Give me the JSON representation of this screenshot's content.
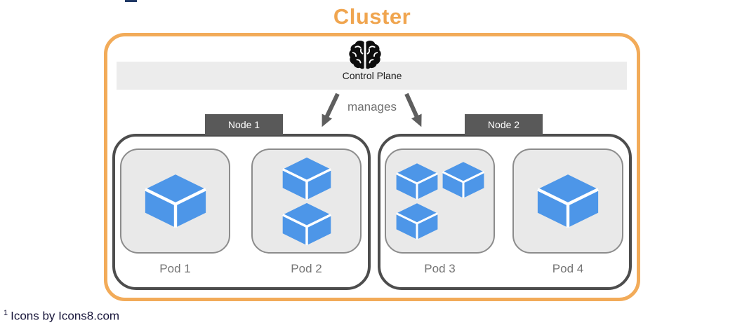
{
  "title": "Cluster",
  "control_plane": {
    "label": "Control Plane",
    "icon": "brain-icon"
  },
  "relation": {
    "label": "manages"
  },
  "nodes": [
    {
      "label": "Node 1",
      "pods": [
        {
          "label": "Pod 1",
          "containers": 1
        },
        {
          "label": "Pod 2",
          "containers": 2
        }
      ]
    },
    {
      "label": "Node 2",
      "pods": [
        {
          "label": "Pod 3",
          "containers": 3
        },
        {
          "label": "Pod 4",
          "containers": 1
        }
      ]
    }
  ],
  "footer": {
    "superscript": "1",
    "text": "Icons by Icons8.com"
  },
  "colors": {
    "accent_orange": "#F0A54F",
    "cluster_border_orange": "#F2AB59",
    "cube_blue": "#4D96E8",
    "node_border_gray": "#4d4d4d",
    "node_tab_gray": "#595959",
    "band_gray": "#ECECEC",
    "pod_fill_gray": "#E9E9E9",
    "label_gray": "#757575",
    "footer_navy": "#151338"
  }
}
